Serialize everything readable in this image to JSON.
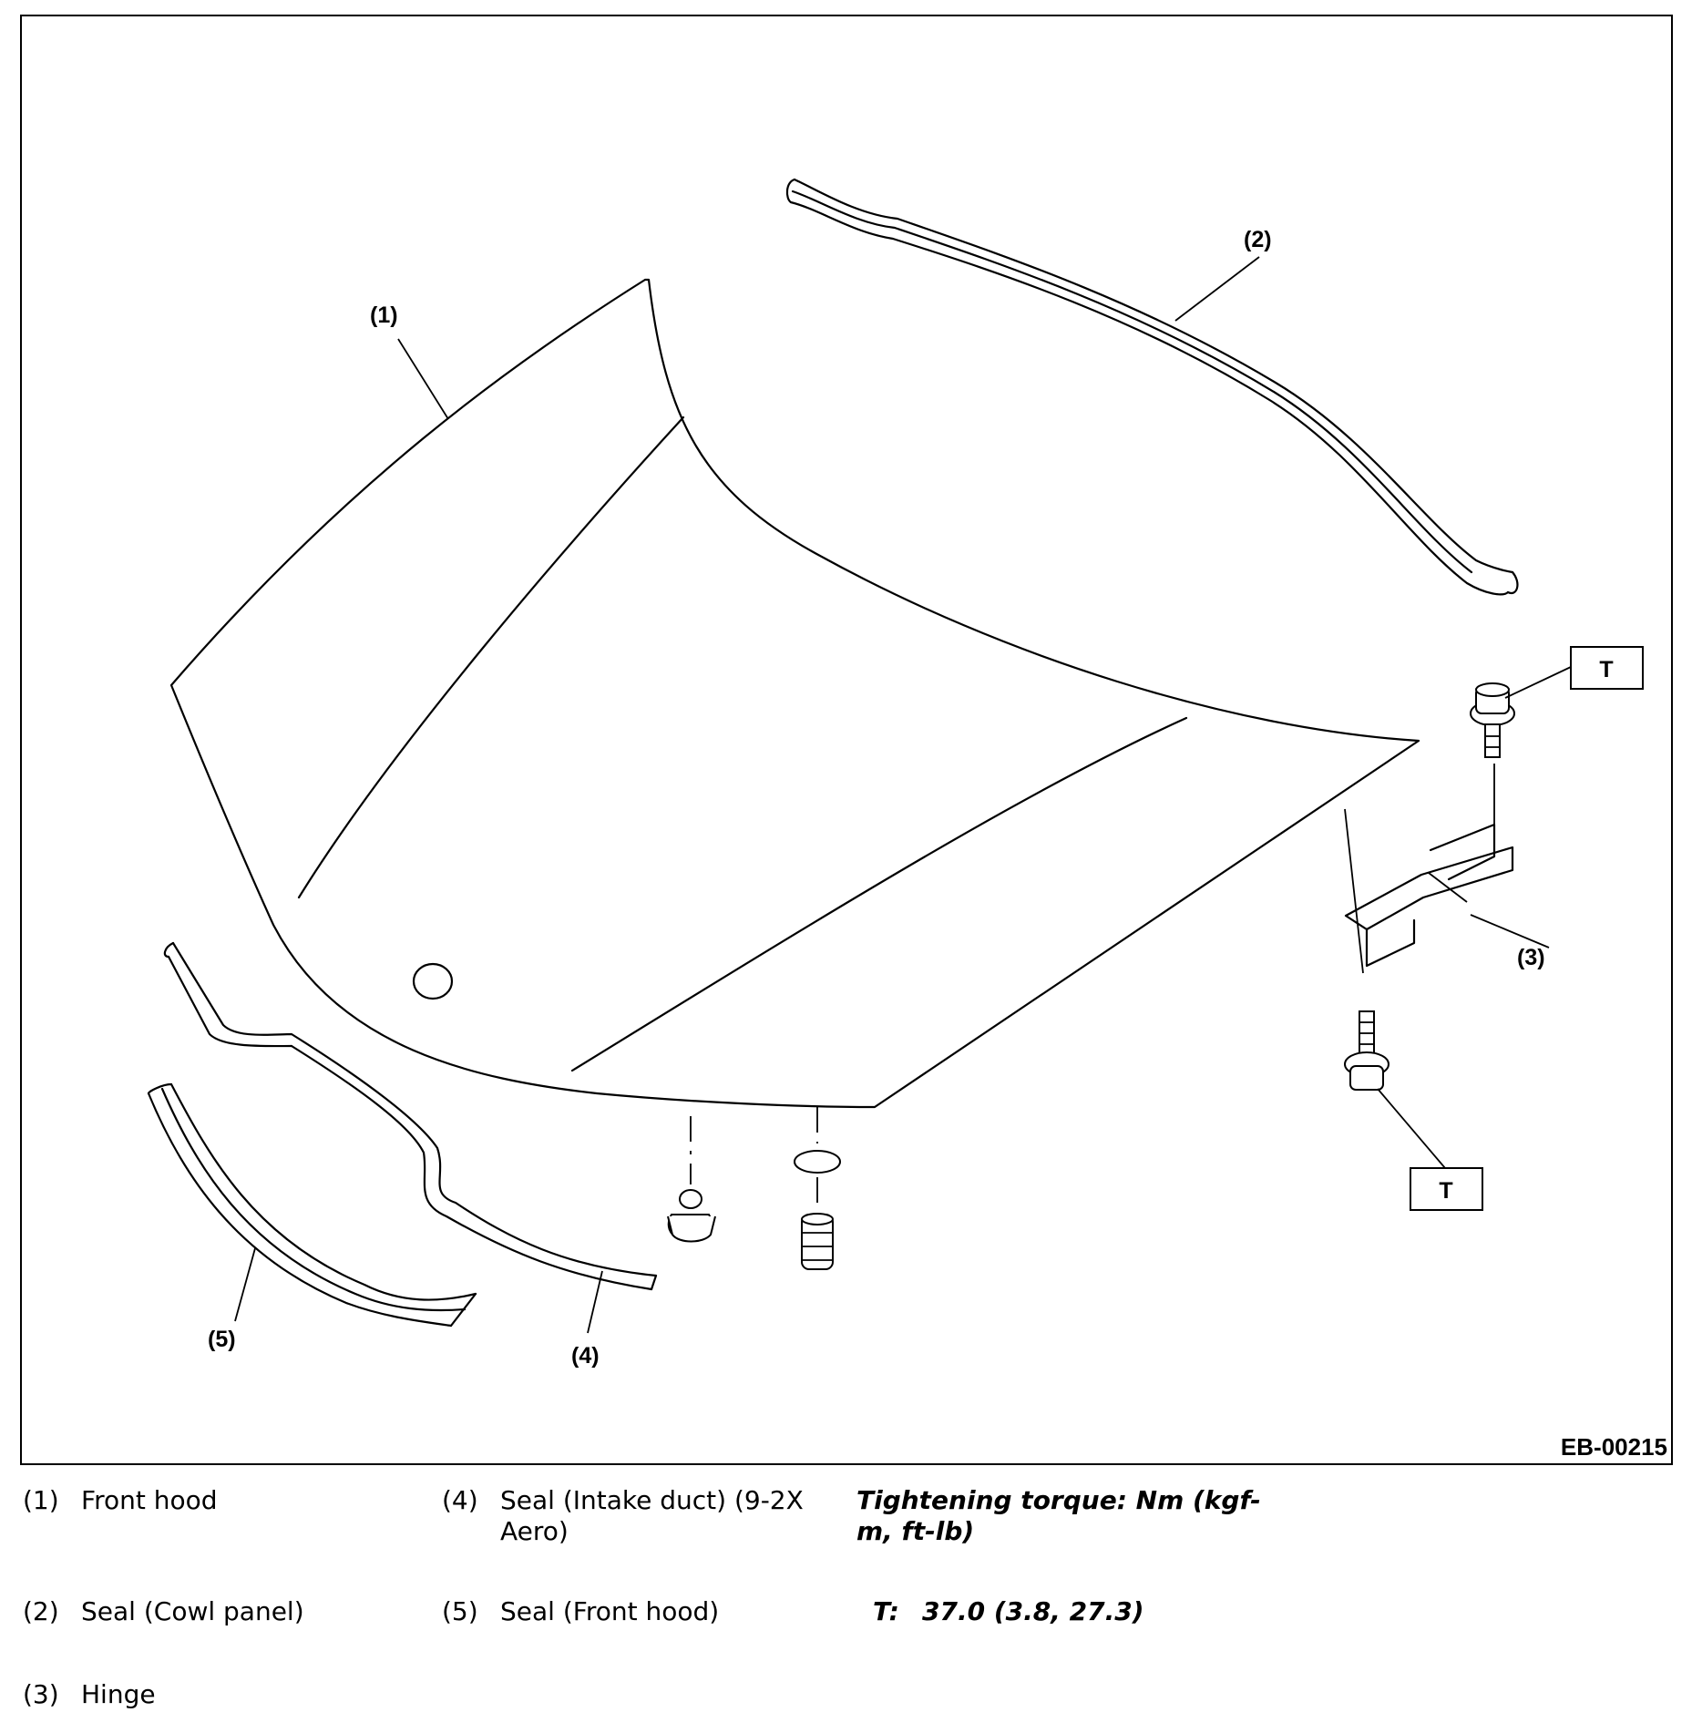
{
  "callouts": {
    "c1": "(1)",
    "c2": "(2)",
    "c3": "(3)",
    "c4": "(4)",
    "c5": "(5)"
  },
  "torque_boxes": {
    "t1": "T",
    "t2": "T"
  },
  "figure_id": "EB-00215",
  "legend": [
    {
      "num": "(1)",
      "text": "Front hood"
    },
    {
      "num": "(2)",
      "text": "Seal (Cowl panel)"
    },
    {
      "num": "(3)",
      "text": "Hinge"
    },
    {
      "num": "(4)",
      "text": "Seal (Intake duct) (9-2X Aero)"
    },
    {
      "num": "(5)",
      "text": "Seal (Front hood)"
    }
  ],
  "torque": {
    "heading": "Tightening torque: Nm (kgf-m, ft-lb)",
    "symbol": "T:",
    "value": "37.0 (3.8, 27.3)"
  }
}
